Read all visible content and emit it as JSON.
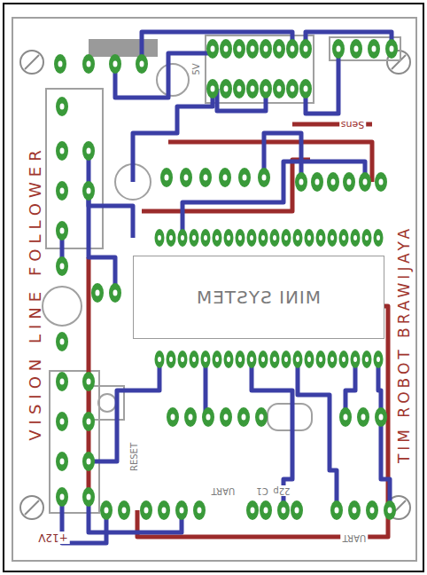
{
  "diagram": {
    "nodes": [
      {
        "text": [
          "MINI SYSTEM"
        ]
      }
    ],
    "labels": [
      "VISION LINE FOLLOWER",
      "TIM ROBOT BRAWIJAYA",
      "+12V",
      "5V",
      "Sens",
      "RESET",
      "UART",
      "22p",
      "C1",
      "UART"
    ]
  }
}
